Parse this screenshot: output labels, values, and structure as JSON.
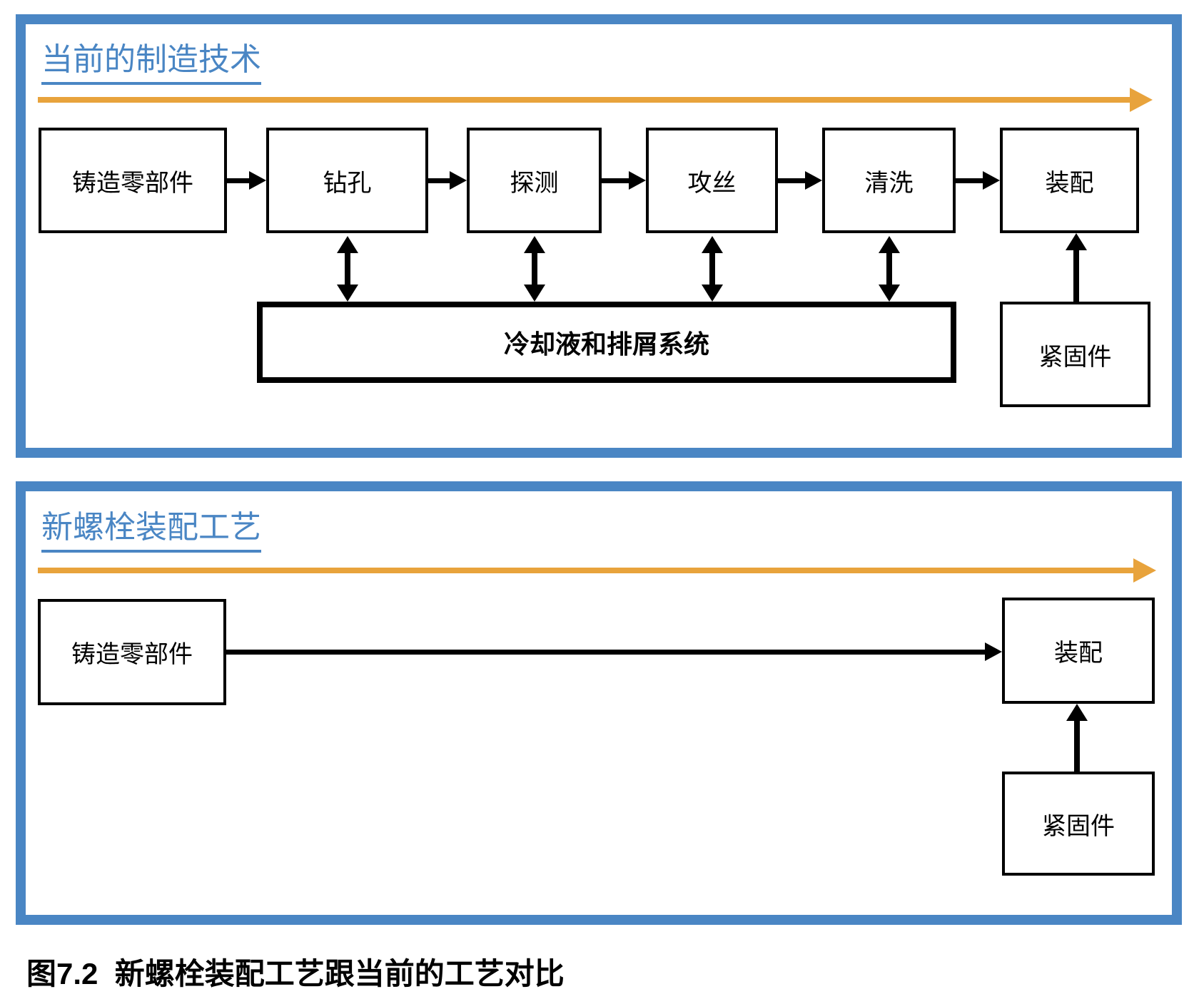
{
  "colors": {
    "accent_blue": "#4a86c4",
    "flow_orange": "#e8a33c",
    "box_border": "#000000",
    "box_fill": "#ffffff"
  },
  "panels": [
    {
      "title": "当前的制造技术",
      "flow": [
        "铸造零部件",
        "钻孔",
        "探测",
        "攻丝",
        "清洗",
        "装配"
      ],
      "support_box": "冷却液和排屑系统",
      "fastener_box": "紧固件"
    },
    {
      "title": "新螺栓装配工艺",
      "flow": [
        "铸造零部件",
        "装配"
      ],
      "fastener_box": "紧固件"
    }
  ],
  "caption": "图7.2  新螺栓装配工艺跟当前的工艺对比"
}
